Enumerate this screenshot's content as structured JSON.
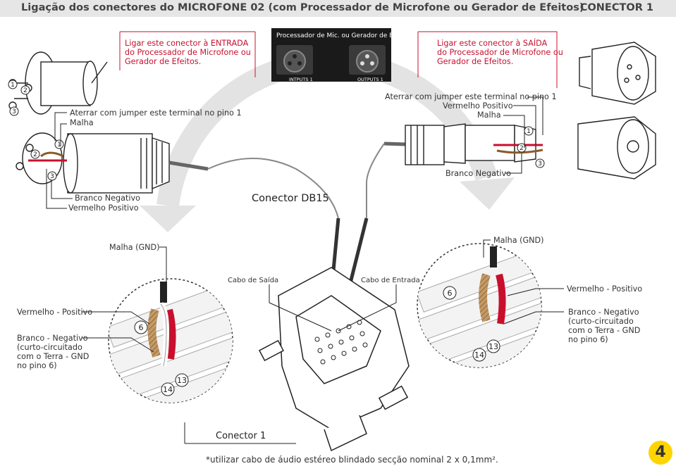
{
  "header": {
    "title": "Ligação dos conectores do MICROFONE 02 (com Processador de Microfone ou Gerador de Efeitos)",
    "connector": "CONECTOR 1"
  },
  "top": {
    "input_note": [
      "Ligar este conector à ENTRADA",
      "do Processador de Microfone ou",
      "Gerador de Efeitos."
    ],
    "output_note": [
      "Ligar este conector à SAÍDA",
      "do Processador de Microfone ou",
      "Gerador de Efeitos."
    ],
    "panel_title": "Processador de Mic. ou Gerador de Efeito",
    "panel_inputs": "INTPUTS 1",
    "panel_outputs": "OUTPUTS 1"
  },
  "left_plug": {
    "jumper": "Aterrar com jumper este terminal no pino 1",
    "malha": "Malha",
    "branco": "Branco Negativo",
    "vermelho": "Vermelho Positivo",
    "pins": [
      "1",
      "2",
      "3"
    ]
  },
  "right_plug": {
    "jumper": "Aterrar com jumper este terminal no pino 1",
    "vermelho": "Vermelho Positivo",
    "malha": "Malha",
    "branco": "Branco Negativo",
    "pins": [
      "1",
      "2",
      "3"
    ]
  },
  "center": {
    "db15": "Conector DB15",
    "cabo_saida": "Cabo de Saída",
    "cabo_entrada": "Cabo de Entrada",
    "conector": "Conector 1"
  },
  "left_detail": {
    "malha_gnd": "Malha (GND)",
    "vermelho": "Vermelho - Positivo",
    "branco": [
      "Branco - Negativo",
      "(curto-circuitado",
      "com o Terra - GND",
      "no pino 6)"
    ],
    "pins": [
      "6",
      "14",
      "13"
    ]
  },
  "right_detail": {
    "malha_gnd": "Malha (GND)",
    "vermelho": "Vermelho - Positivo",
    "branco": [
      "Branco - Negativo",
      "(curto-circuitado",
      "com o Terra - GND",
      "no pino 6)"
    ],
    "pins": [
      "6",
      "14",
      "13"
    ]
  },
  "footnote": "*utilizar cabo de áudio estéreo blindado secção nominal 2 x 0,1mm².",
  "page_number": "4",
  "colors": {
    "red": "#c8102e",
    "dark": "#222222",
    "gray_arrow": "#e3e3e3",
    "page_badge": "#ffd400"
  }
}
